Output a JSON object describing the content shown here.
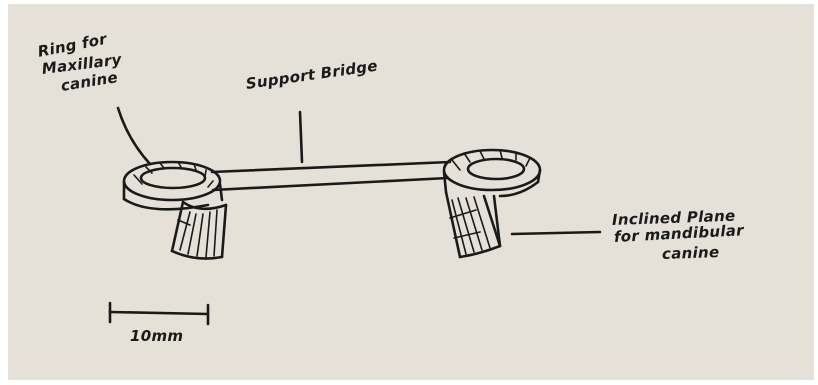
{
  "labels": {
    "ring": [
      "Ring for",
      "Maxillary",
      "canine"
    ],
    "support_bridge": "Support Bridge",
    "inclined_plane": [
      "Inclined Plane",
      "for mandibular",
      "canine"
    ],
    "scale_bar": "10mm"
  },
  "colors": {
    "paper": "#e5e1d8",
    "ink": "#1a1a1a",
    "border": "#ffffff"
  }
}
